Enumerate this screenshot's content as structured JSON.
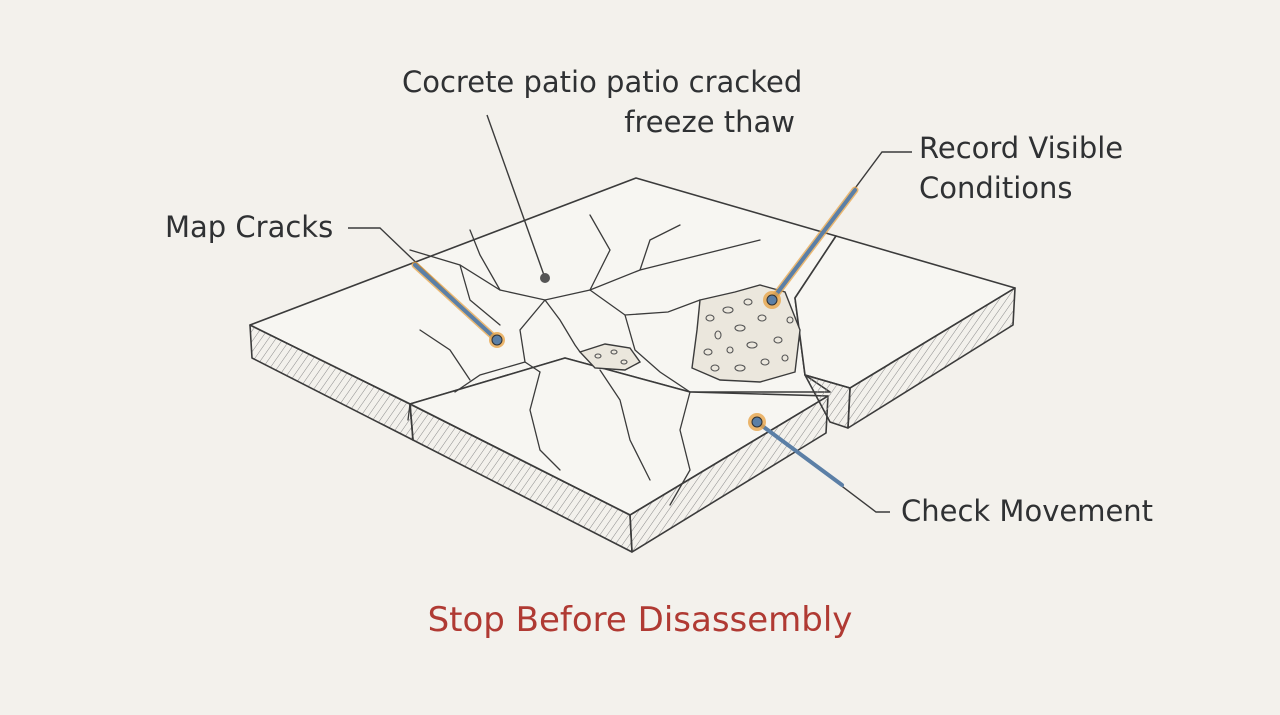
{
  "title": {
    "line1": "Cocrete patio patio cracked",
    "line2": "freeze thaw"
  },
  "callouts": {
    "record_visible_conditions": {
      "line1": "Record Visible",
      "line2": "Conditions"
    },
    "map_cracks": "Map Cracks",
    "check_movement": "Check Movement"
  },
  "footer": "Stop Before Disassembly",
  "colors": {
    "background": "#f3f1ec",
    "ink": "#2f3133",
    "pointer_blue": "#5b7fa6",
    "highlight_orange": "#e7a54a",
    "footer_red": "#b03a33"
  },
  "icons": [
    "pointer-tool-icon",
    "marker-dot-icon"
  ]
}
